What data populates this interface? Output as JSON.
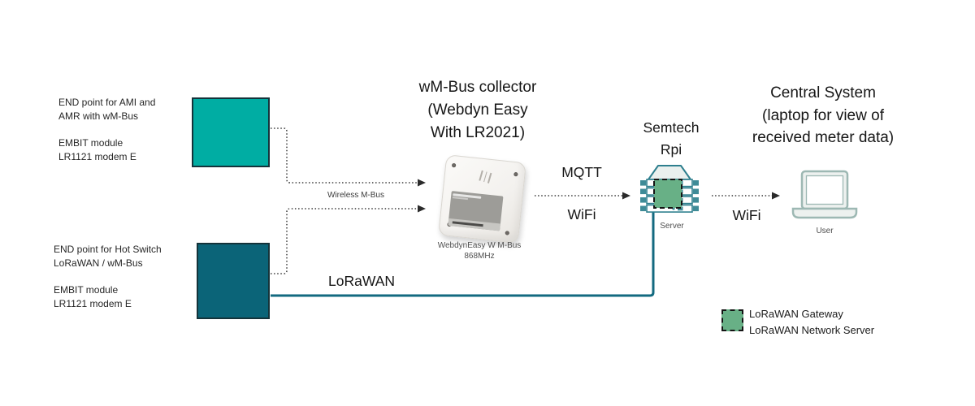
{
  "colors": {
    "teal_box": "#00ada3",
    "dark_teal_box": "#0b6478",
    "server_teal": "#2e7f8e",
    "lorawan_green": "#68b086",
    "line_teal": "#136a80"
  },
  "endpoint_ami": {
    "line1": "END point for AMI and",
    "line2": "AMR with wM-Bus",
    "line3": "EMBIT module",
    "line4": "LR1121 modem E"
  },
  "endpoint_hotswitch": {
    "line1": "END point for Hot Switch",
    "line2": "LoRaWAN / wM-Bus",
    "line3": "EMBIT module",
    "line4": "LR1121 modem E"
  },
  "collector": {
    "title_line1": "wM-Bus collector",
    "title_line2": "(Webdyn Easy",
    "title_line3": "With LR2021)",
    "caption_line1": "WebdynEasy W M-Bus",
    "caption_line2": "868MHz"
  },
  "semtech": {
    "title_line1": "Semtech",
    "title_line2": "Rpi",
    "caption": "Server"
  },
  "central": {
    "title_line1": "Central System",
    "title_line2": "(laptop for view of",
    "title_line3": "received meter data)",
    "caption": "User"
  },
  "labels": {
    "wireless_mbus": "Wireless M-Bus",
    "mqtt": "MQTT",
    "wifi_collector_server": "WiFi",
    "wifi_server_laptop": "WiFi",
    "lorawan": "LoRaWAN"
  },
  "legend": {
    "line1": "LoRaWAN Gateway",
    "line2": "LoRaWAN Network Server"
  }
}
